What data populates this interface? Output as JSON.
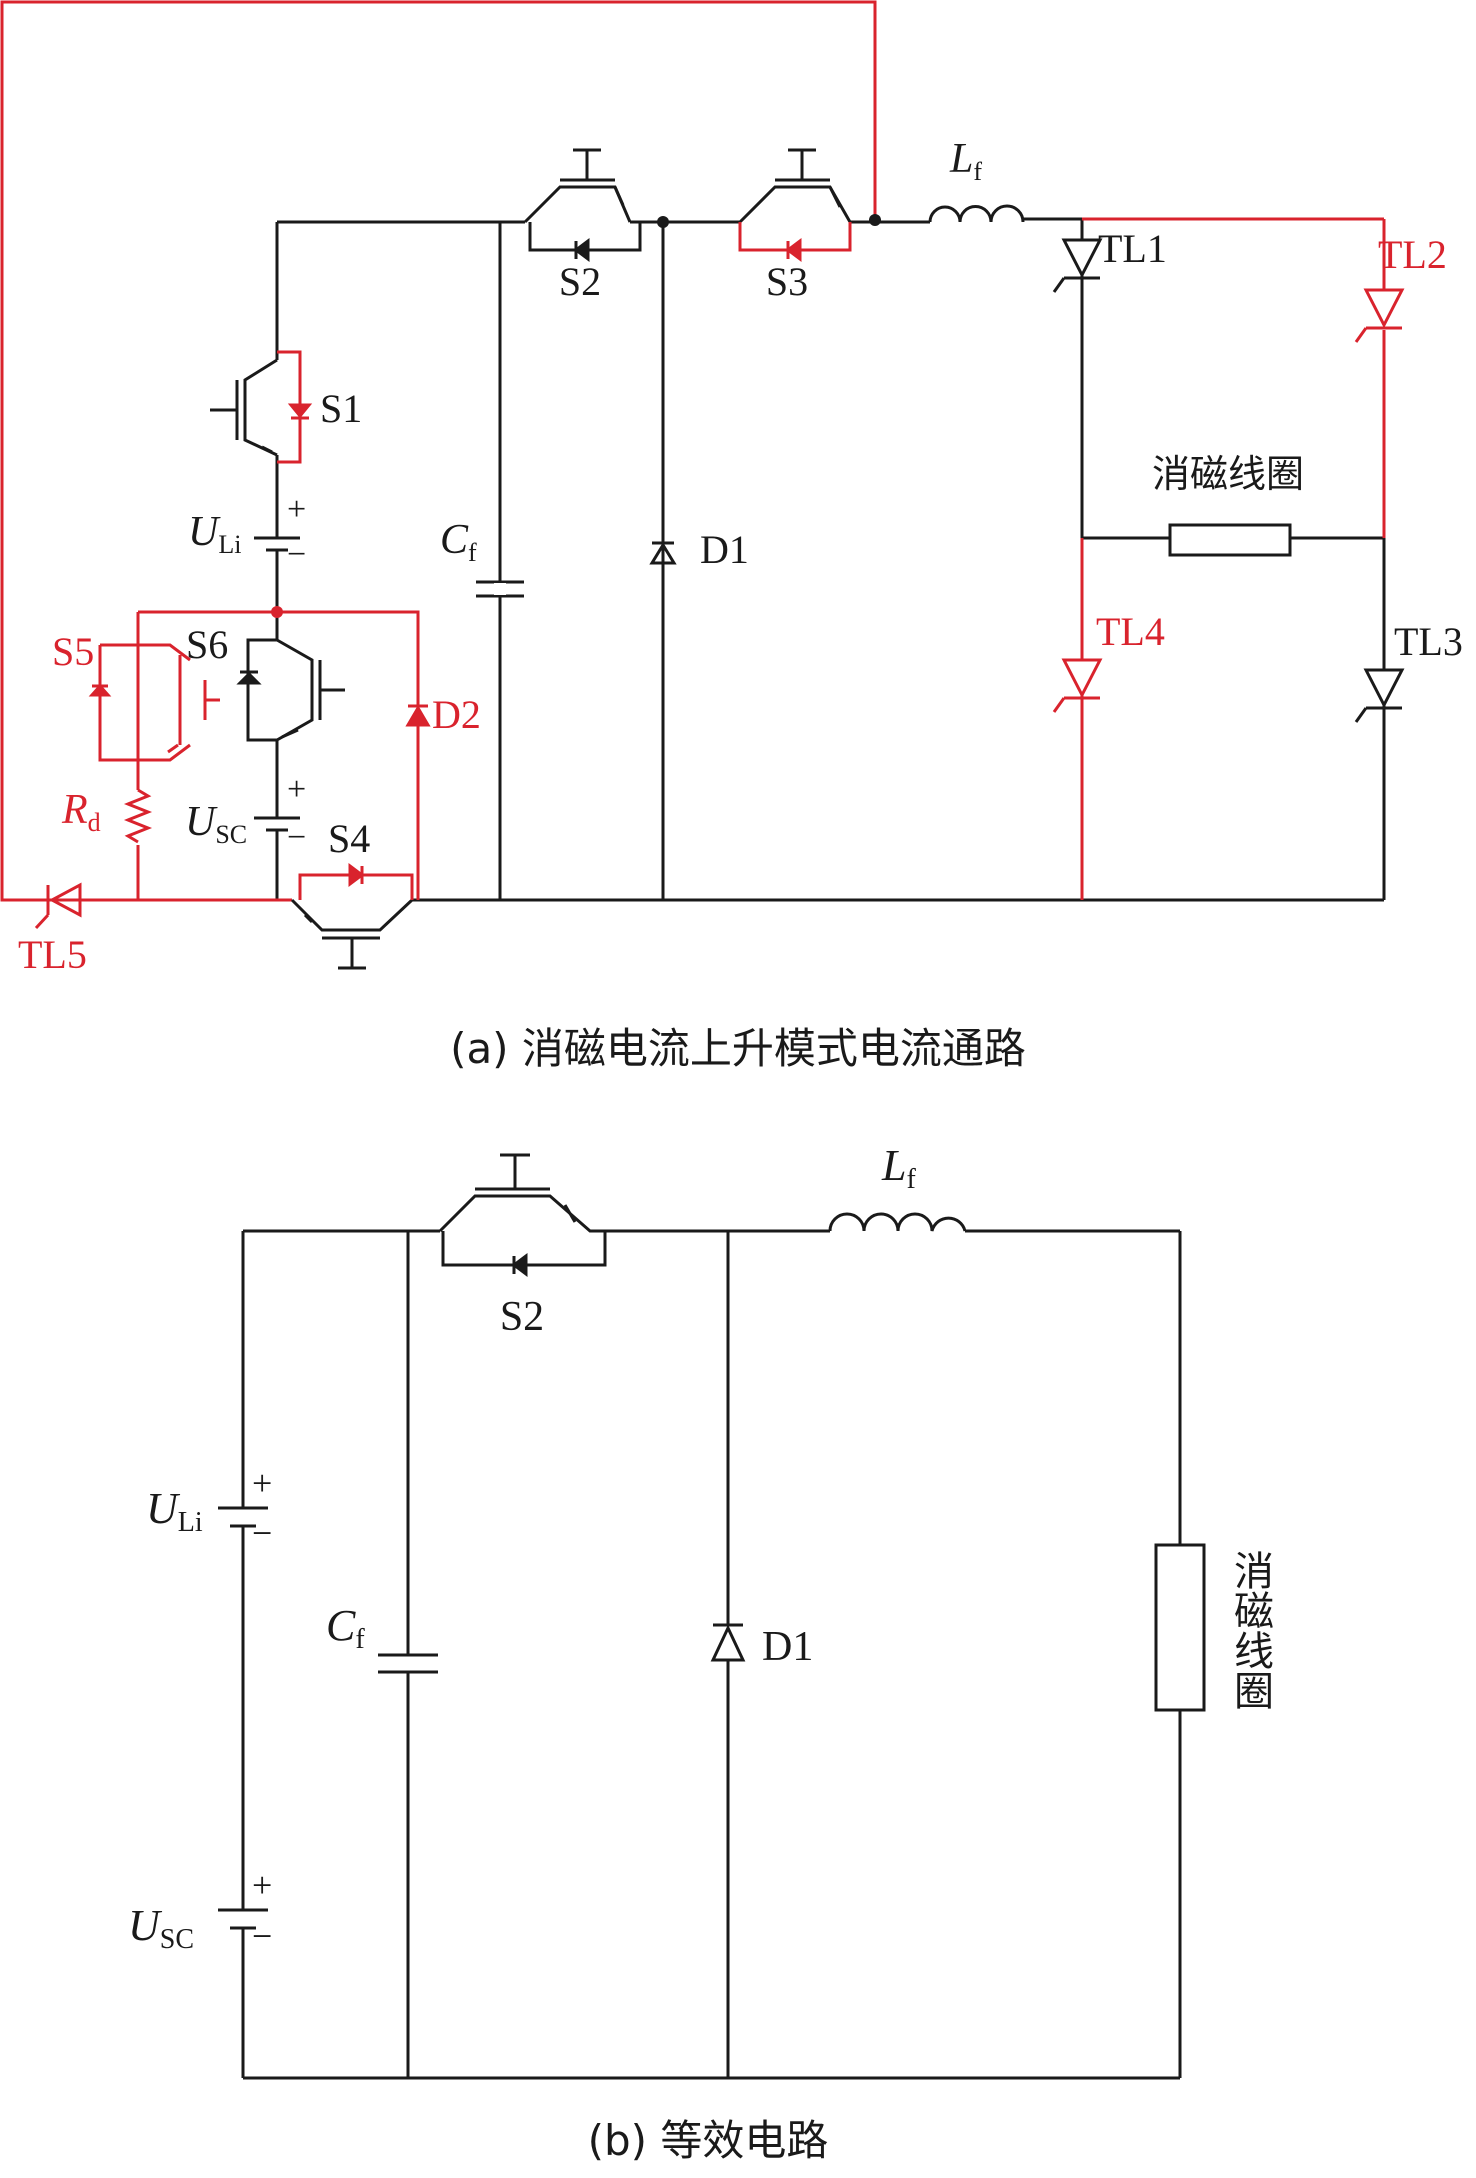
{
  "colors": {
    "wire": "#1a1a1a",
    "active": "#d9232d",
    "background": "#ffffff"
  },
  "diagram_a": {
    "caption": "(a) 消磁电流上升模式电流通路",
    "labels": {
      "s1": "S1",
      "s2": "S2",
      "s3": "S3",
      "s4": "S4",
      "s5": "S5",
      "s6": "S6",
      "lf_main": "L",
      "lf_sub": "f",
      "cf_main": "C",
      "cf_sub": "f",
      "uli_main": "U",
      "uli_sub": "Li",
      "usc_main": "U",
      "usc_sub": "SC",
      "rd_main": "R",
      "rd_sub": "d",
      "d1": "D1",
      "d2": "D2",
      "tl1": "TL1",
      "tl2": "TL2",
      "tl3": "TL3",
      "tl4": "TL4",
      "tl5": "TL5",
      "coil": "消磁线圈",
      "plus": "+",
      "minus": "−"
    }
  },
  "diagram_b": {
    "caption": "(b) 等效电路",
    "labels": {
      "s2": "S2",
      "lf_main": "L",
      "lf_sub": "f",
      "cf_main": "C",
      "cf_sub": "f",
      "uli_main": "U",
      "uli_sub": "Li",
      "usc_main": "U",
      "usc_sub": "SC",
      "d1": "D1",
      "coil": "消磁线圈",
      "plus": "+",
      "minus": "−"
    }
  }
}
